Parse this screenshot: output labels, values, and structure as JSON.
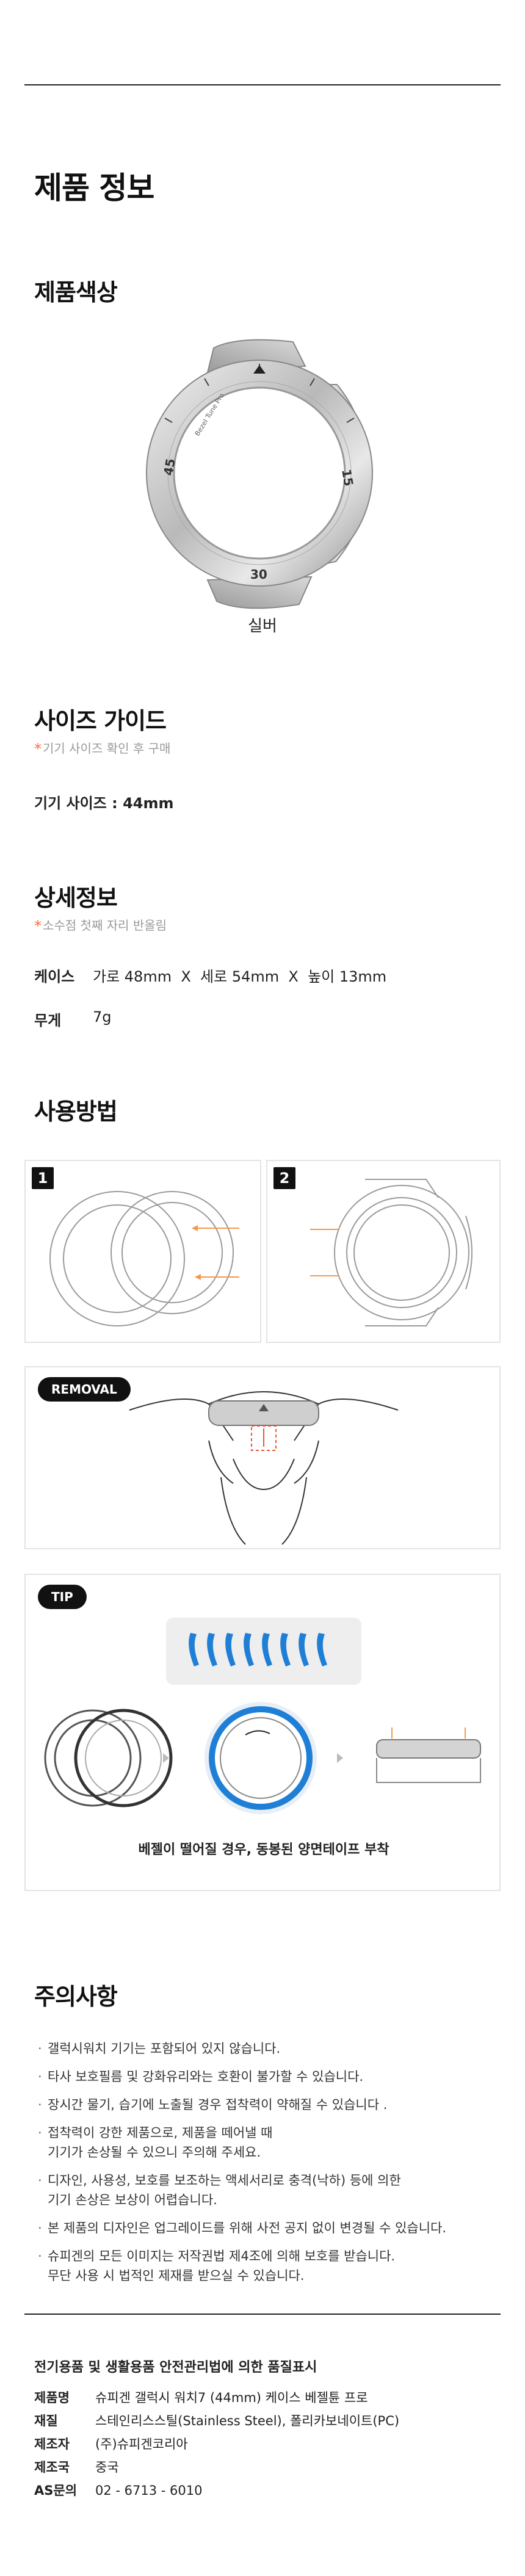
{
  "product_info": {
    "title": "제품 정보"
  },
  "color": {
    "title": "제품색상",
    "name": "실버"
  },
  "size": {
    "title": "사이즈 가이드",
    "note": "기기 사이즈 확인 후 구매",
    "device_size": "기기 사이즈 : 44mm"
  },
  "detail": {
    "title": "상세정보",
    "note": "소수점 첫째 자리 반올림",
    "case_label": "케이스",
    "case_value": "가로 48mm  X  세로 54mm  X  높이 13mm",
    "weight_label": "무게",
    "weight_value": "7g"
  },
  "usage": {
    "title": "사용방법",
    "step1": "1",
    "step2": "2",
    "removal_label": "REMOVAL",
    "tip_label": "TIP",
    "tip_caption": "베젤이 떨어질 경우, 동봉된 양면테이프 부착"
  },
  "caution": {
    "title": "주의사항",
    "items": [
      "갤럭시워치 기기는 포함되어 있지 않습니다.",
      "타사 보호필름 및 강화유리와는 호환이 불가할 수 있습니다.",
      "장시간 물기, 습기에 노출될 경우 접착력이 약해질 수 있습니다 .",
      "접착력이 강한 제품으로, 제품을 떼어낼 때\n기기가 손상될 수 있으니 주의해 주세요.",
      "디자인, 사용성, 보호를 보조하는 액세서리로 충격(낙하) 등에 의한\n기기 손상은 보상이 어렵습니다.",
      "본 제품의 디자인은 업그레이드를 위해 사전 공지 없이 변경될 수 있습니다.",
      "슈피겐의 모든 이미지는 저작권법 제4조에 의해 보호를 받습니다.\n무단 사용 시 법적인 제재를 받으실 수 있습니다."
    ]
  },
  "safety": {
    "title": "전기용품 및 생활용품 안전관리법에 의한 품질표시",
    "rows": [
      {
        "k": "제품명",
        "v": "슈피겐 갤럭시 워치7 (44mm) 케이스 베젤튠 프로"
      },
      {
        "k": "재질",
        "v": "스테인리스스틸(Stainless Steel), 폴리카보네이트(PC)"
      },
      {
        "k": "제조자",
        "v": "(주)슈피겐코리아"
      },
      {
        "k": "제조국",
        "v": "중국"
      },
      {
        "k": "AS문의",
        "v": "02 - 6713 - 6010"
      }
    ]
  },
  "bezel_marks": {
    "left": "45",
    "right": "15",
    "bottom": "30",
    "brand": "Bezel Tune Pro"
  }
}
